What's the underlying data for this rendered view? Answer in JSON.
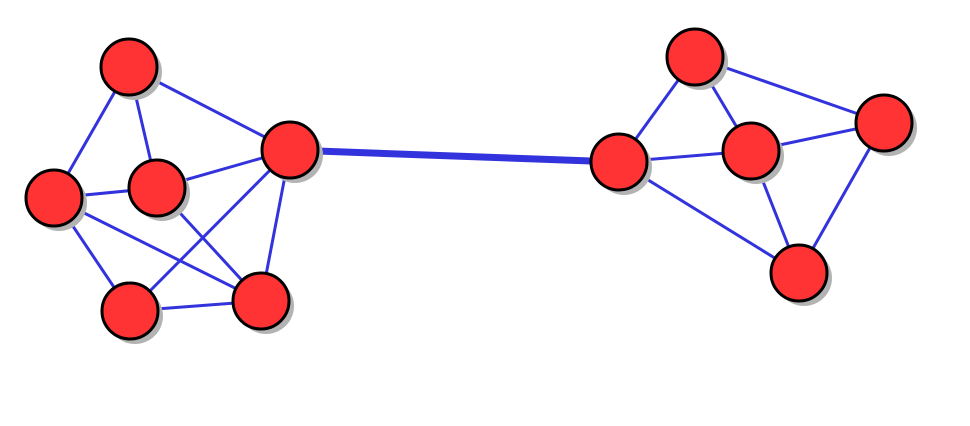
{
  "graph": {
    "node_fill": "#ff3333",
    "node_stroke": "#000000",
    "edge_color": "#3333dd",
    "shadow_color": "#b3b3b3",
    "nodes": [
      {
        "id": "a1"
      },
      {
        "id": "a2"
      },
      {
        "id": "a3"
      },
      {
        "id": "a4"
      },
      {
        "id": "a5"
      },
      {
        "id": "a6"
      },
      {
        "id": "a7"
      },
      {
        "id": "b1"
      },
      {
        "id": "b2"
      },
      {
        "id": "b3"
      },
      {
        "id": "b4"
      },
      {
        "id": "b5"
      }
    ],
    "edges": [
      {
        "source": "a1",
        "target": "a2"
      },
      {
        "source": "a1",
        "target": "a4"
      },
      {
        "source": "a1",
        "target": "a3"
      },
      {
        "source": "a2",
        "target": "a3"
      },
      {
        "source": "a2",
        "target": "a5"
      },
      {
        "source": "a2",
        "target": "a6"
      },
      {
        "source": "a3",
        "target": "a4"
      },
      {
        "source": "a3",
        "target": "a6"
      },
      {
        "source": "a4",
        "target": "a5"
      },
      {
        "source": "a4",
        "target": "a6"
      },
      {
        "source": "a5",
        "target": "a6"
      },
      {
        "source": "a4",
        "target": "b1",
        "bridge": true
      },
      {
        "source": "b1",
        "target": "b2"
      },
      {
        "source": "b1",
        "target": "b3"
      },
      {
        "source": "b1",
        "target": "b5"
      },
      {
        "source": "b2",
        "target": "b3"
      },
      {
        "source": "b2",
        "target": "b4"
      },
      {
        "source": "b3",
        "target": "b4"
      },
      {
        "source": "b3",
        "target": "b5"
      },
      {
        "source": "b4",
        "target": "b5"
      }
    ]
  }
}
